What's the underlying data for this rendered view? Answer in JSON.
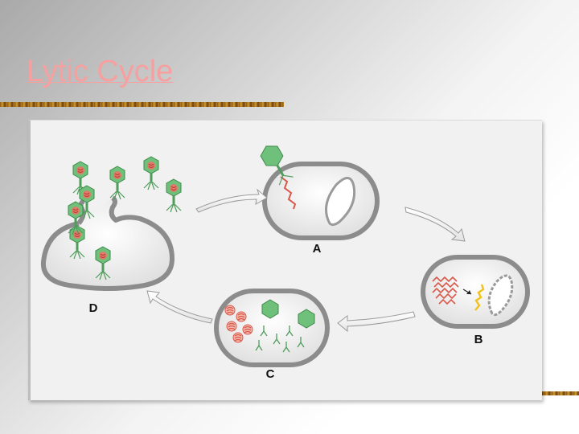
{
  "slide": {
    "title": "Lytic Cycle ",
    "title_color": "#f6a0a0"
  },
  "diagram": {
    "step_labels": [
      "A",
      "B",
      "C",
      "D"
    ],
    "colors": {
      "cell_wall": "#8c8c8c",
      "phage_capsid": "#6fc07a",
      "viral_dna": "#d9584a",
      "host_dna": "#ffffff",
      "degraded_host_dna": "#f2c21a",
      "arrow": "#ffffff"
    }
  }
}
